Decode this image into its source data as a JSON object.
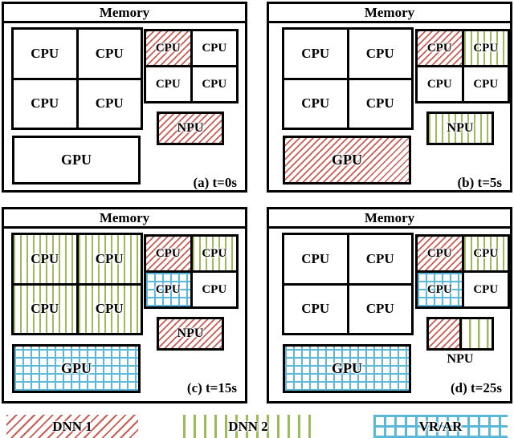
{
  "colors": {
    "dnn1": "#cc5a52",
    "dnn2": "#9bbb59",
    "vrar": "#5bb8d8",
    "border": "#000000"
  },
  "legend": [
    {
      "label": "DNN 1",
      "fill": "dnn1"
    },
    {
      "label": "DNN 2",
      "fill": "dnn2"
    },
    {
      "label": "VR/AR",
      "fill": "vrar"
    }
  ],
  "panels": [
    {
      "caption": "(a) t=0s",
      "memory": "Memory",
      "big_cpus": [
        {
          "label": "CPU",
          "fill": "none"
        },
        {
          "label": "CPU",
          "fill": "none"
        },
        {
          "label": "CPU",
          "fill": "none"
        },
        {
          "label": "CPU",
          "fill": "none"
        }
      ],
      "small_cpus": [
        {
          "label": "CPU",
          "fill": "dnn1"
        },
        {
          "label": "CPU",
          "fill": "none"
        },
        {
          "label": "CPU",
          "fill": "none"
        },
        {
          "label": "CPU",
          "fill": "none"
        }
      ],
      "npu": {
        "label": "NPU",
        "fill": "dnn1",
        "label_position": "inside"
      },
      "gpu": {
        "label": "GPU",
        "fill": "none"
      }
    },
    {
      "caption": "(b) t=5s",
      "memory": "Memory",
      "big_cpus": [
        {
          "label": "CPU",
          "fill": "none"
        },
        {
          "label": "CPU",
          "fill": "none"
        },
        {
          "label": "CPU",
          "fill": "none"
        },
        {
          "label": "CPU",
          "fill": "none"
        }
      ],
      "small_cpus": [
        {
          "label": "CPU",
          "fill": "dnn1"
        },
        {
          "label": "CPU",
          "fill": "dnn2"
        },
        {
          "label": "CPU",
          "fill": "none"
        },
        {
          "label": "CPU",
          "fill": "none"
        }
      ],
      "npu": {
        "label": "NPU",
        "fill": "dnn2",
        "label_position": "inside"
      },
      "gpu": {
        "label": "GPU",
        "fill": "dnn1"
      }
    },
    {
      "caption": "(c) t=15s",
      "memory": "Memory",
      "big_cpus": [
        {
          "label": "CPU",
          "fill": "dnn2"
        },
        {
          "label": "CPU",
          "fill": "dnn2"
        },
        {
          "label": "CPU",
          "fill": "dnn2"
        },
        {
          "label": "CPU",
          "fill": "dnn2"
        }
      ],
      "small_cpus": [
        {
          "label": "CPU",
          "fill": "dnn1"
        },
        {
          "label": "CPU",
          "fill": "dnn2"
        },
        {
          "label": "CPU",
          "fill": "vrar"
        },
        {
          "label": "CPU",
          "fill": "none"
        }
      ],
      "npu": {
        "label": "NPU",
        "fill": "dnn1",
        "label_position": "inside"
      },
      "gpu": {
        "label": "GPU",
        "fill": "vrar"
      }
    },
    {
      "caption": "(d) t=25s",
      "memory": "Memory",
      "big_cpus": [
        {
          "label": "CPU",
          "fill": "none"
        },
        {
          "label": "CPU",
          "fill": "none"
        },
        {
          "label": "CPU",
          "fill": "none"
        },
        {
          "label": "CPU",
          "fill": "none"
        }
      ],
      "small_cpus": [
        {
          "label": "CPU",
          "fill": "dnn1"
        },
        {
          "label": "CPU",
          "fill": "dnn2"
        },
        {
          "label": "CPU",
          "fill": "vrar"
        },
        {
          "label": "CPU",
          "fill": "none"
        }
      ],
      "npu": {
        "label": "NPU",
        "fill": "dnn1+dnn2",
        "label_position": "below"
      },
      "gpu": {
        "label": "GPU",
        "fill": "vrar"
      }
    }
  ]
}
